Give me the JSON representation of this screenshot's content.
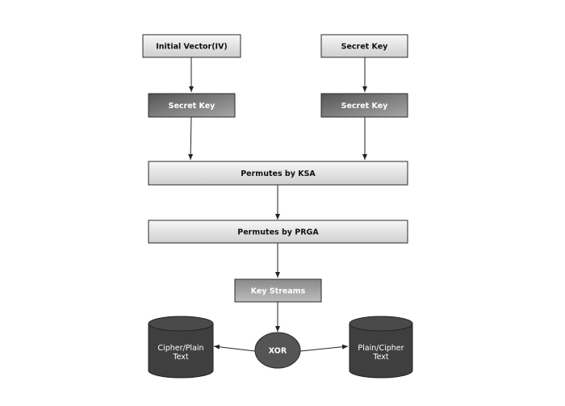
{
  "nodes": {
    "iv": {
      "label": "Initial Vector(IV)"
    },
    "secret_key_top": {
      "label": "Secret Key"
    },
    "secret_key_left": {
      "label": "Secret Key"
    },
    "secret_key_right": {
      "label": "Secret Key"
    },
    "ksa": {
      "label": "Permutes by KSA"
    },
    "prga": {
      "label": "Permutes by PRGA"
    },
    "key_streams": {
      "label": "Key Streams"
    },
    "xor": {
      "label": "XOR"
    },
    "cipher_plain": {
      "line1": "Cipher/Plain",
      "line2": "Text"
    },
    "plain_cipher": {
      "line1": "Plain/Cipher",
      "line2": "Text"
    }
  },
  "colors": {
    "light_box": "#e2e2e2",
    "dark_box": "#6e6e6e",
    "cylinder": "#3f3f3f",
    "xor_circle": "#555555",
    "stroke": "#2a2a2a"
  }
}
